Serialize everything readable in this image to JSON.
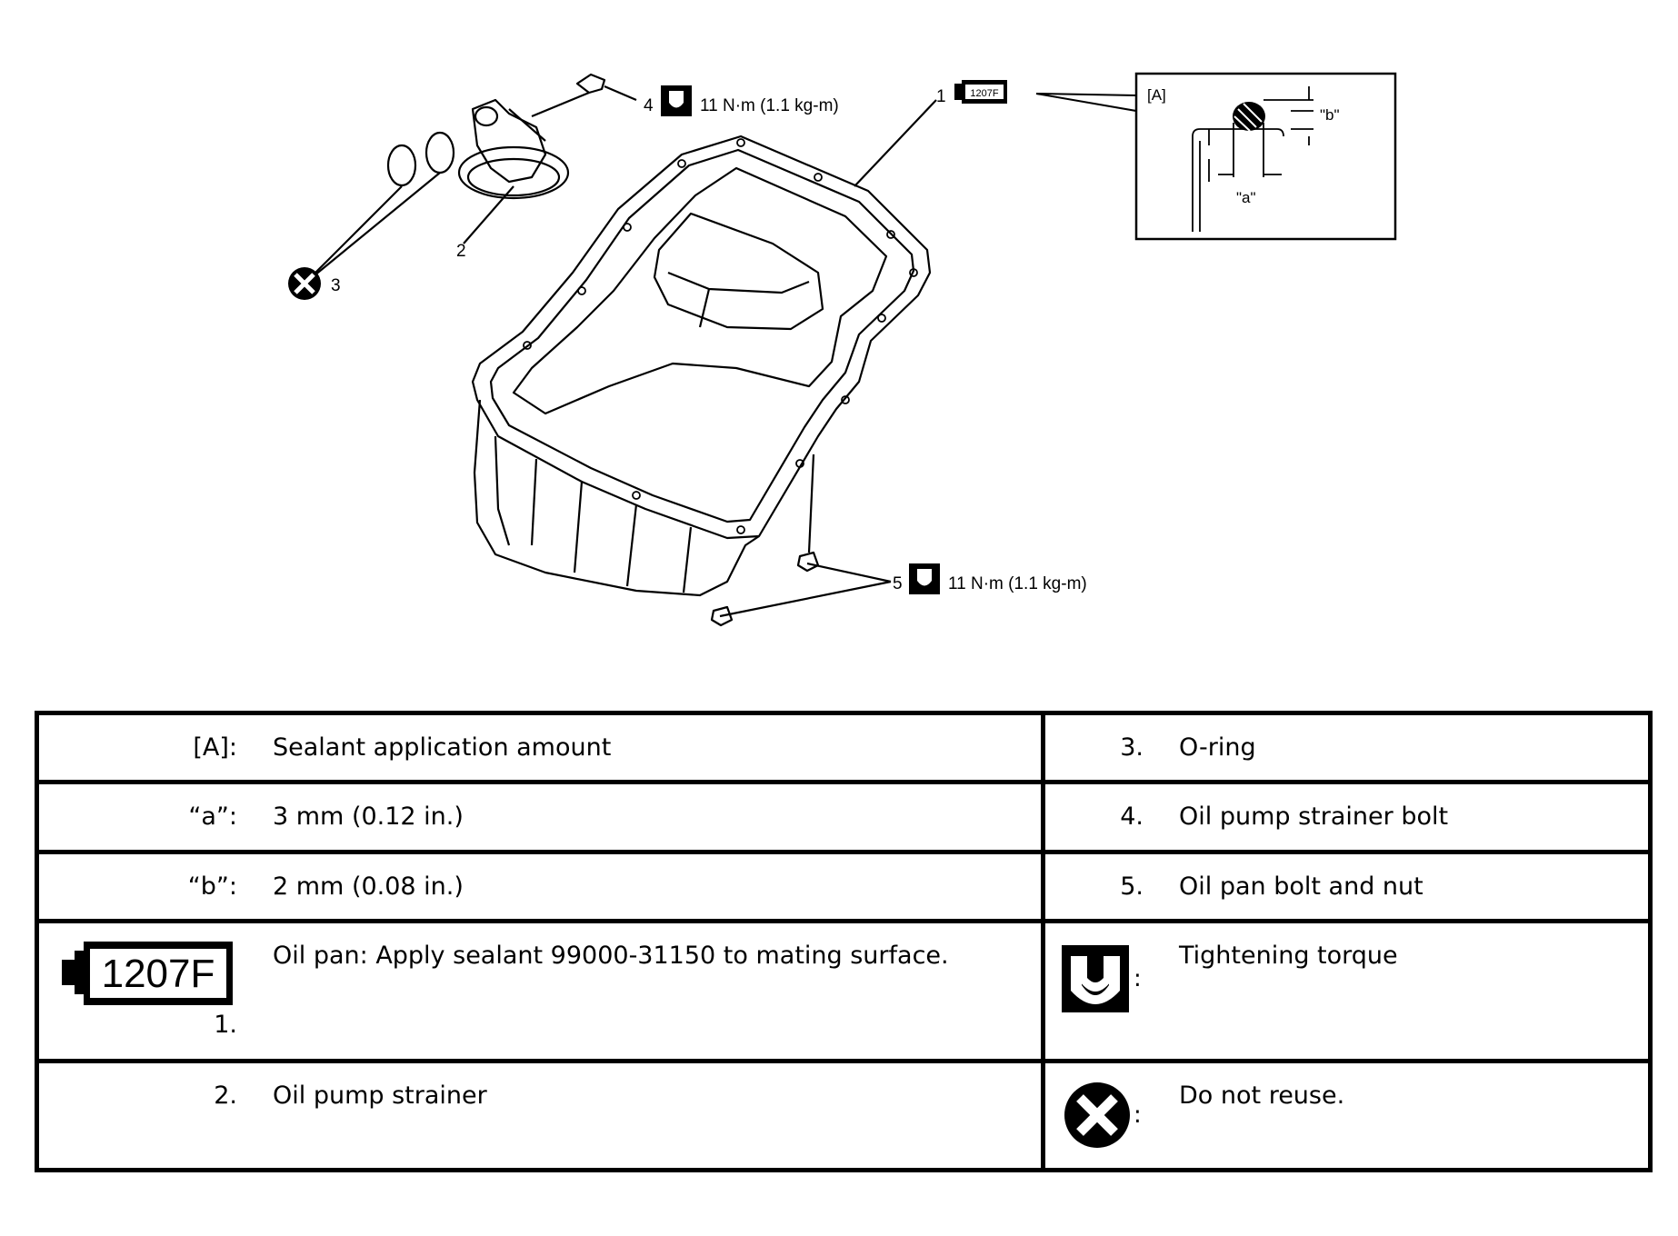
{
  "diagram": {
    "callouts": {
      "c1": "1",
      "c2": "2",
      "c3": "3",
      "c4": "4",
      "c5": "5",
      "torque4": "11 N·m (1.1 kg-m)",
      "torque5": "11 N·m (1.1 kg-m)",
      "sealant_code": "1207F"
    },
    "detail": {
      "title": "[A]",
      "a": "\"a\"",
      "b": "\"b\""
    }
  },
  "legend": {
    "rows": [
      {
        "left_key": "[A]:",
        "left_text": "Sealant application amount",
        "right_key": "3.",
        "right_text": "O-ring"
      },
      {
        "left_key": "“a”:",
        "left_text": "3 mm (0.12 in.)",
        "right_key": "4.",
        "right_text": "Oil pump strainer bolt"
      },
      {
        "left_key": "“b”:",
        "left_text": "2 mm (0.08 in.)",
        "right_key": "5.",
        "right_text": "Oil pan bolt and nut"
      },
      {
        "left_code": "1207F",
        "left_key": "1.",
        "left_text": "Oil pan: Apply sealant 99000-31150 to mating surface.",
        "right_icon": "torque-wrench-icon",
        "right_key": ":",
        "right_text": "Tightening torque"
      },
      {
        "left_key": "2.",
        "left_text": "Oil pump strainer",
        "right_icon": "do-not-reuse-icon",
        "right_key": ":",
        "right_text": "Do not reuse."
      }
    ]
  }
}
